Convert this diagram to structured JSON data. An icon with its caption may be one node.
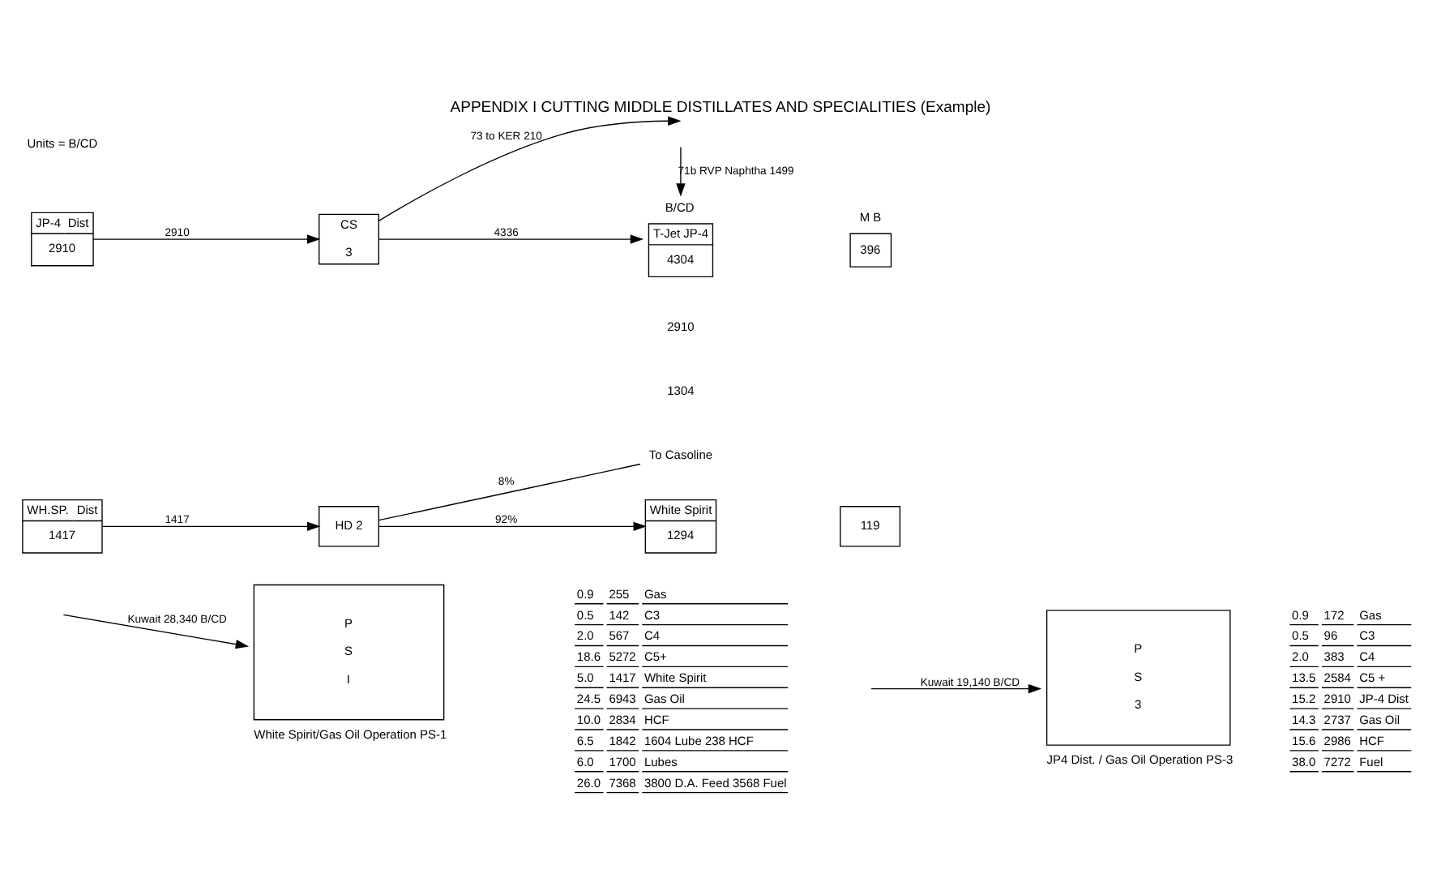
{
  "diagram": {
    "title": "APPENDIX I CUTTING MIDDLE DISTILLATES AND SPECIALITIES (Example)",
    "nodes": [
      {
        "text": [
          "JP-4",
          "Dist",
          "2910"
        ]
      },
      {
        "text": [
          "CS",
          "3"
        ]
      },
      {
        "text": [
          "T-Jet JP-4",
          "4304"
        ],
        "beside": [
          "B/CD"
        ]
      },
      {
        "text": [
          "396"
        ],
        "beside": [
          "M B"
        ]
      },
      {
        "text": [
          "WH.SP.",
          "Dist",
          "1417"
        ]
      },
      {
        "text": [
          "HD 2"
        ]
      },
      {
        "text": [
          "To Casoline"
        ]
      },
      {
        "text": [
          "White Spirit",
          "1294"
        ]
      },
      {
        "text": [
          "119"
        ]
      },
      {
        "text": [
          "P S I"
        ],
        "beside": [
          "White Spirit/Gas Oil Operation PS-1"
        ]
      },
      {
        "text": [
          "P S 3"
        ],
        "beside": [
          "JP4 Dist. / Gas Oil Operation PS-3"
        ]
      }
    ],
    "edges": [
      {
        "from": 0,
        "to": 1,
        "arrow": "to",
        "label": "2910"
      },
      {
        "from": 1,
        "to": 2,
        "arrow": "to",
        "label": "4336"
      },
      {
        "from": null,
        "to": 2,
        "arrow": "to",
        "label": "71b RVP Naphtha 1499"
      },
      {
        "from": 1,
        "to": null,
        "arrow": "to",
        "label": "73 to KER 210"
      },
      {
        "from": 4,
        "to": 5,
        "arrow": "to",
        "label": "1417"
      },
      {
        "from": 5,
        "to": 6,
        "arrow": "none",
        "label": "8%"
      },
      {
        "from": 5,
        "to": 7,
        "arrow": "to",
        "label": "92%"
      },
      {
        "from": null,
        "to": 9,
        "arrow": "to",
        "label": "Kuwait 28,340 B/CD"
      },
      {
        "from": null,
        "to": 10,
        "arrow": "to",
        "label": "Kuwait 19,140 B/CD"
      }
    ],
    "labels": [
      "Units = B/CD",
      "2910",
      "1304",
      "0.9",
      "255",
      "Gas",
      "0.5",
      "142",
      "C3",
      "2.0",
      "567",
      "C4",
      "18.6",
      "5272",
      "C5+",
      "5.0",
      "1417",
      "White Spirit",
      "24.5",
      "6943",
      "Gas Oil",
      "10.0",
      "2834",
      "HCF",
      "6.5",
      "1842",
      "1604 Lube 238 HCF",
      "6.0",
      "1700",
      "Lubes",
      "26.0",
      "7368",
      "3800 D.A. Feed 3568 Fuel",
      "0.9",
      "172",
      "Gas",
      "0.5",
      "96",
      "C3",
      "2.0",
      "383",
      "C4",
      "13.5",
      "2584",
      "C5 +",
      "15.2",
      "2910",
      "JP-4 Dist",
      "14.3",
      "2737",
      "Gas Oil",
      "15.6",
      "2986",
      "HCF",
      "38.0",
      "7272",
      "Fuel"
    ]
  }
}
